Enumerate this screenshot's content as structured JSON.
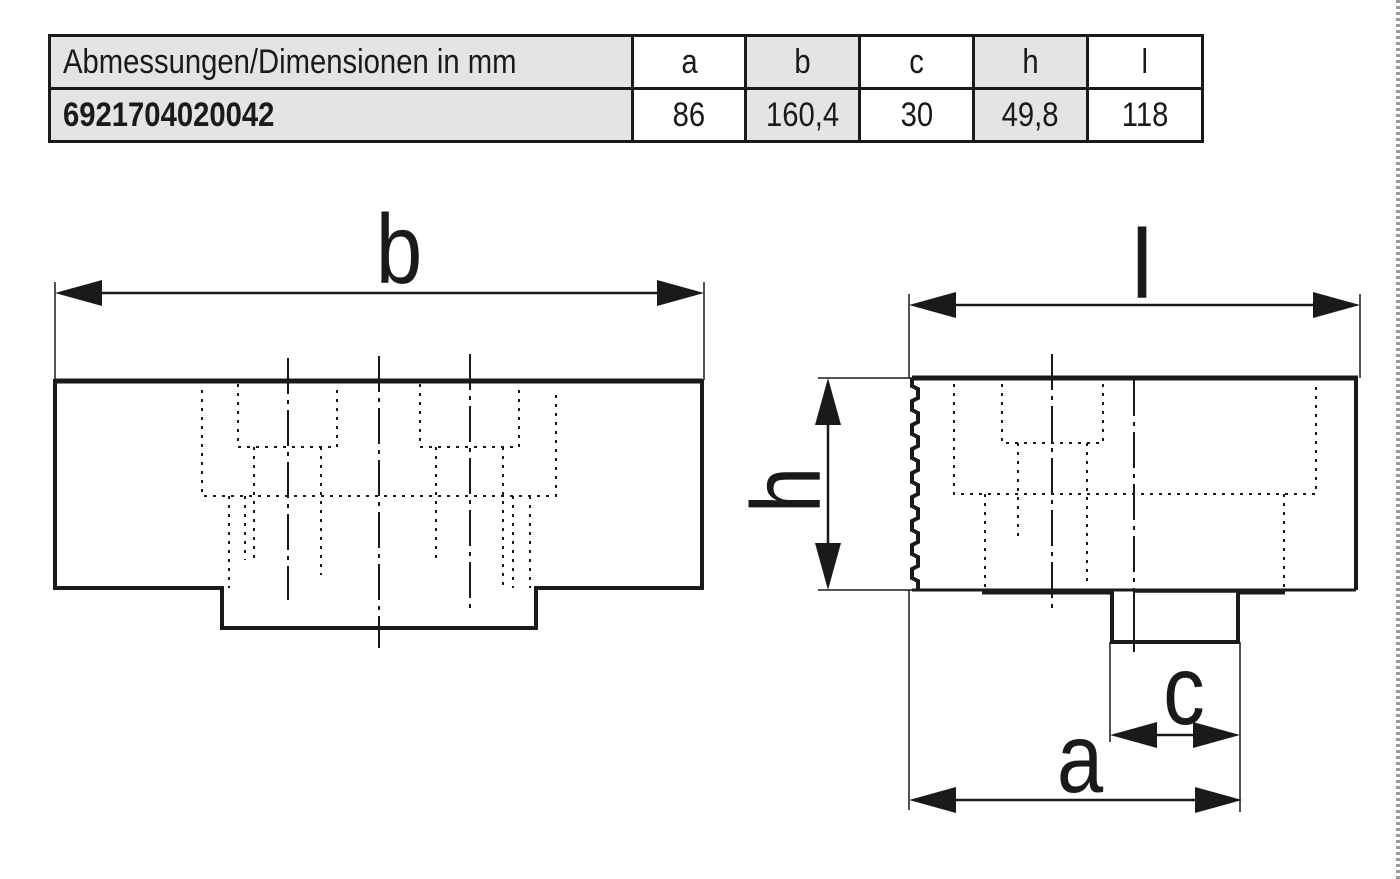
{
  "table": {
    "header_label": "Abmessungen/Dimensionen in mm",
    "columns": [
      "a",
      "b",
      "c",
      "h",
      "l"
    ],
    "part_number": "6921704020042",
    "values": [
      "86",
      "160,4",
      "30",
      "49,8",
      "118"
    ]
  },
  "drawing": {
    "front_view_label": "b",
    "side_view_labels": {
      "length": "l",
      "height": "h",
      "slot": "c",
      "offset": "a"
    },
    "colors": {
      "line": "#1a1a1a",
      "header_fill": "#e4e4e4"
    }
  }
}
